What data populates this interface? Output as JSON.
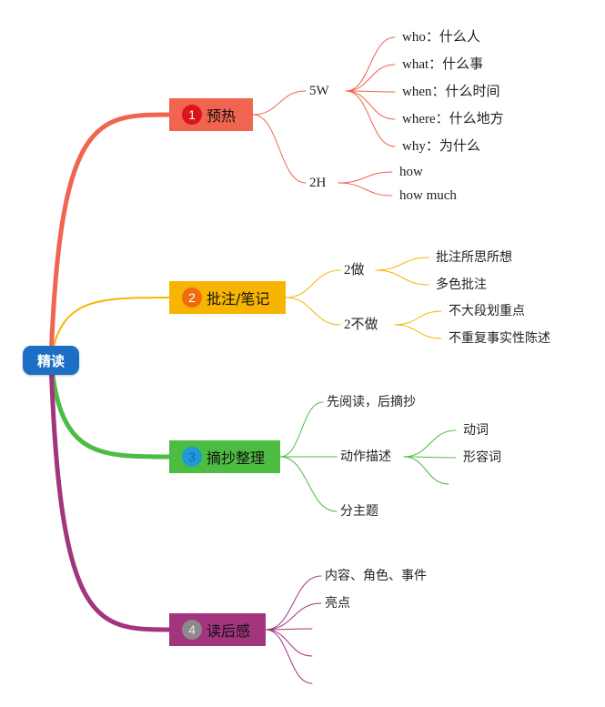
{
  "root": {
    "label": "精读"
  },
  "branches": [
    {
      "label": "预热",
      "badge": "1",
      "color": "#f06450",
      "badge_color": "#d9141a",
      "subs": [
        {
          "label": "5W",
          "children": [
            "who：什么人",
            "what：什么事",
            "when：什么时间",
            "where：什么地方",
            "why：为什么"
          ]
        },
        {
          "label": "2H",
          "children": [
            "how",
            "how much"
          ]
        }
      ]
    },
    {
      "label": "批注/笔记",
      "badge": "2",
      "color": "#f7b400",
      "badge_color": "#ef6b0e",
      "subs": [
        {
          "label": "2做",
          "children": [
            "批注所思所想",
            "多色批注"
          ]
        },
        {
          "label": "2不做",
          "children": [
            "不大段划重点",
            "不重复事实性陈述"
          ]
        }
      ]
    },
    {
      "label": "摘抄整理",
      "badge": "3",
      "color": "#4cbd42",
      "badge_color": "#1f9ad6",
      "subs": [
        {
          "label": "先阅读，后摘抄",
          "children": []
        },
        {
          "label": "动作描述",
          "children": [
            "动词",
            "形容词",
            ""
          ]
        },
        {
          "label": "分主题",
          "children": []
        }
      ]
    },
    {
      "label": "读后感",
      "badge": "4",
      "color": "#a3347e",
      "badge_color": "#8b8b8b",
      "subs": [
        {
          "label": "内容、角色、事件",
          "children": []
        },
        {
          "label": "亮点",
          "children": []
        },
        {
          "label": "",
          "children": []
        },
        {
          "label": "",
          "children": []
        },
        {
          "label": "",
          "children": []
        }
      ]
    }
  ]
}
